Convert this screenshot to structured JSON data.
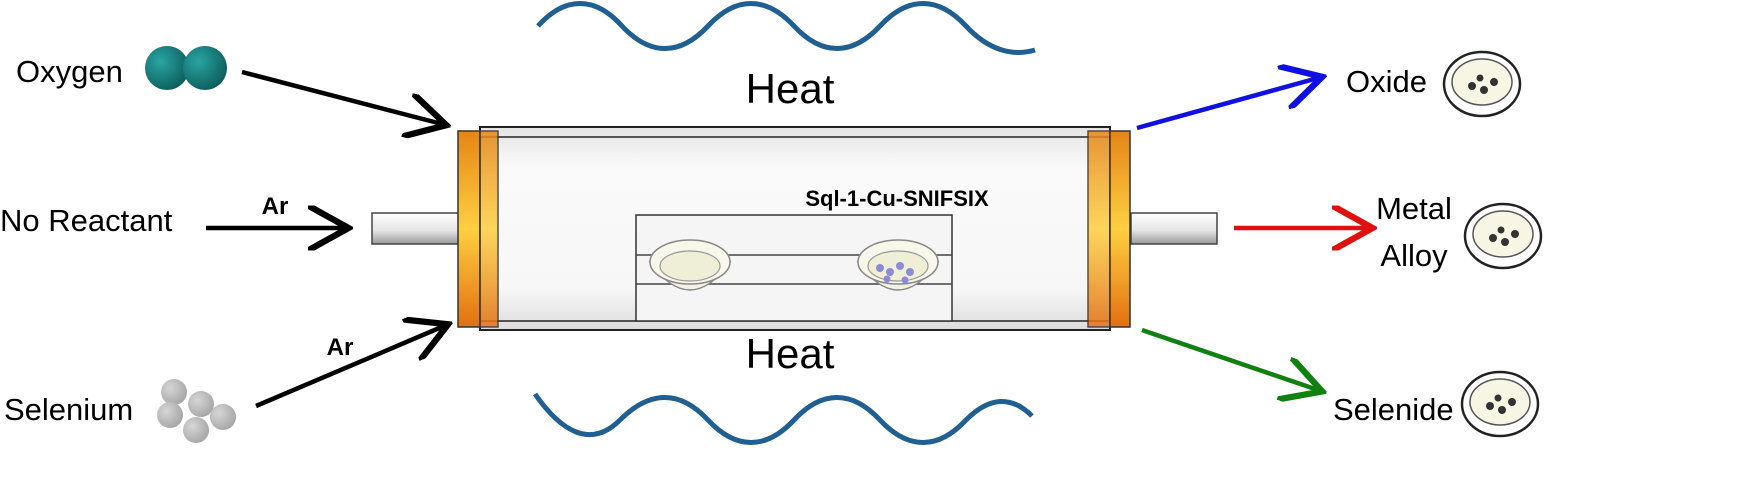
{
  "inputs": {
    "oxygen": "Oxygen",
    "no_reactant": "No Reactant",
    "selenium": "Selenium",
    "carrier_gas_1": "Ar",
    "carrier_gas_2": "Ar"
  },
  "furnace": {
    "heat_top": "Heat",
    "heat_bottom": "Heat",
    "sample_label": "Sql-1-Cu-SNIFSIX"
  },
  "outputs": {
    "oxide": "Oxide",
    "metal_line1": "Metal",
    "metal_line2": "Alloy",
    "selenide": "Selenide"
  },
  "colors": {
    "oxygen_sphere": "#1a7a78",
    "selenium_sphere": "#b8b8b8",
    "heat_wave": "#1f5f91",
    "oxide_arrow": "#1010e0",
    "metal_arrow": "#e01010",
    "selenide_arrow": "#108010",
    "flange": "#f08a1a"
  }
}
